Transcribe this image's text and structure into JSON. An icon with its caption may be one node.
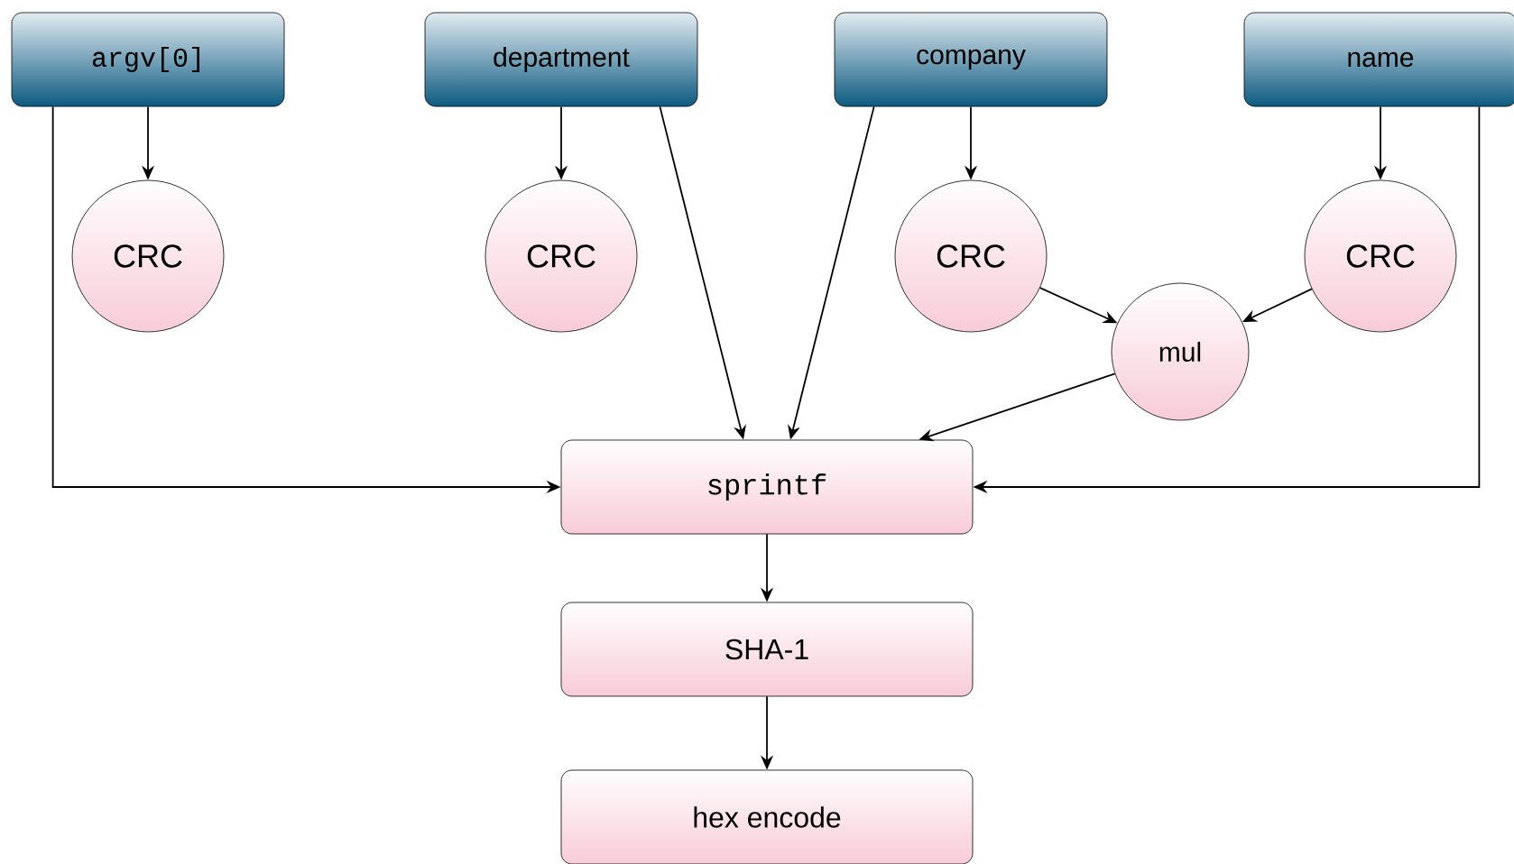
{
  "diagram": {
    "nodes": [
      {
        "text": [
          "argv[0]"
        ]
      },
      {
        "text": [
          "department"
        ]
      },
      {
        "text": [
          "company"
        ]
      },
      {
        "text": [
          "name"
        ]
      },
      {
        "text": [
          "CRC"
        ]
      },
      {
        "text": [
          "CRC"
        ]
      },
      {
        "text": [
          "CRC"
        ]
      },
      {
        "text": [
          "CRC"
        ]
      },
      {
        "text": [
          "mul"
        ]
      },
      {
        "text": [
          "sprintf"
        ]
      },
      {
        "text": [
          "SHA-1"
        ]
      },
      {
        "text": [
          "hex encode"
        ]
      }
    ],
    "edges": [
      {
        "from": 0,
        "to": 4,
        "arrow": "to"
      },
      {
        "from": 1,
        "to": 5,
        "arrow": "to"
      },
      {
        "from": 2,
        "to": 6,
        "arrow": "to"
      },
      {
        "from": 3,
        "to": 7,
        "arrow": "to"
      },
      {
        "from": 6,
        "to": 8,
        "arrow": "to"
      },
      {
        "from": 7,
        "to": 8,
        "arrow": "to"
      },
      {
        "from": 0,
        "to": 9,
        "arrow": "to"
      },
      {
        "from": 1,
        "to": 9,
        "arrow": "to"
      },
      {
        "from": 2,
        "to": 9,
        "arrow": "to"
      },
      {
        "from": 8,
        "to": 9,
        "arrow": "to"
      },
      {
        "from": 3,
        "to": 9,
        "arrow": "to"
      },
      {
        "from": 9,
        "to": 10,
        "arrow": "to"
      },
      {
        "from": 10,
        "to": 11,
        "arrow": "to"
      }
    ]
  }
}
